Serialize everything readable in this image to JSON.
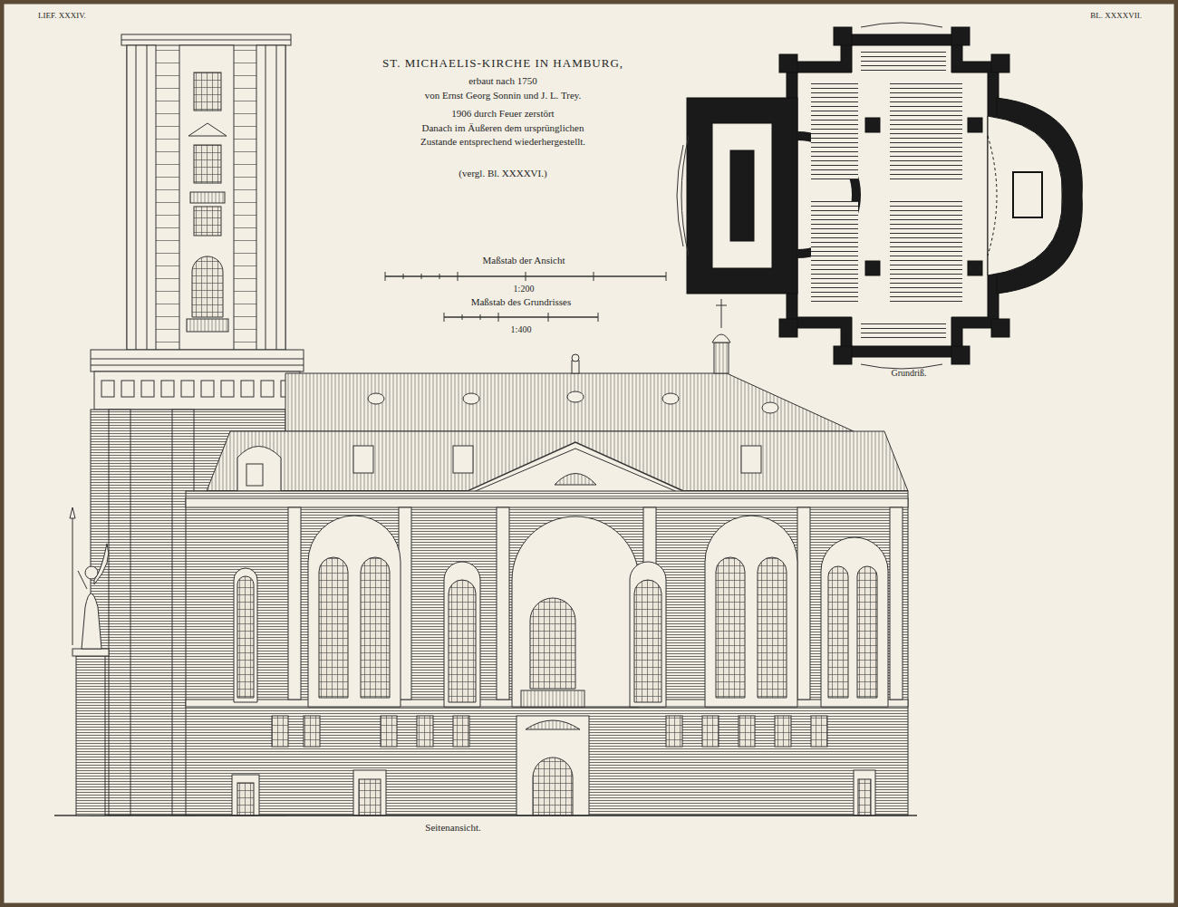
{
  "diagram": {
    "title": "ST. MICHAELIS-KIRCHE IN HAMBURG,",
    "labels": [
      "LIEF. XXXIV.",
      "BL. XXXXVII.",
      "erbaut nach 1750",
      "von Ernst Georg Sonnin und J. L. Trey.",
      "1906 durch Feuer zerstört",
      "Danach im Äußeren dem ursprünglichen Zustande entsprechend wiederhergestellt.",
      "(vergl. Bl. XXXXVI.)",
      "Maßstab der Ansicht",
      "1:200",
      "Maßstab des Grundrisses",
      "1:400",
      "Grundriß.",
      "Seitenansicht."
    ]
  }
}
